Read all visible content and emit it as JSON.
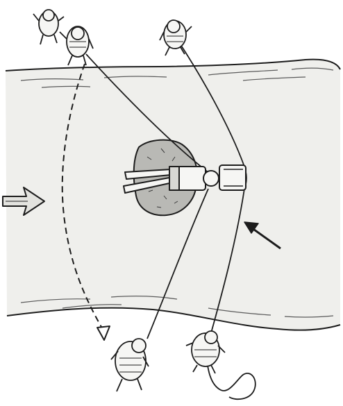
{
  "figure": {
    "kind": "line-illustration",
    "subject": "river-rope-rescue",
    "colors": {
      "ink": "#1c1c1c",
      "river_fill": "#efefec",
      "river_shade": "#dcdcd8",
      "rock_fill": "#b9b9b5",
      "rescuer_fill": "#f6f6f4",
      "paper": "#ffffff"
    },
    "icons": {
      "current_arrow": "flow-direction-arrow-icon",
      "pointer_arrow": "pointer-arrow-icon",
      "swing_path": "dashed-swing-path",
      "person": "person-figure-icon",
      "rock": "rock-icon"
    }
  }
}
